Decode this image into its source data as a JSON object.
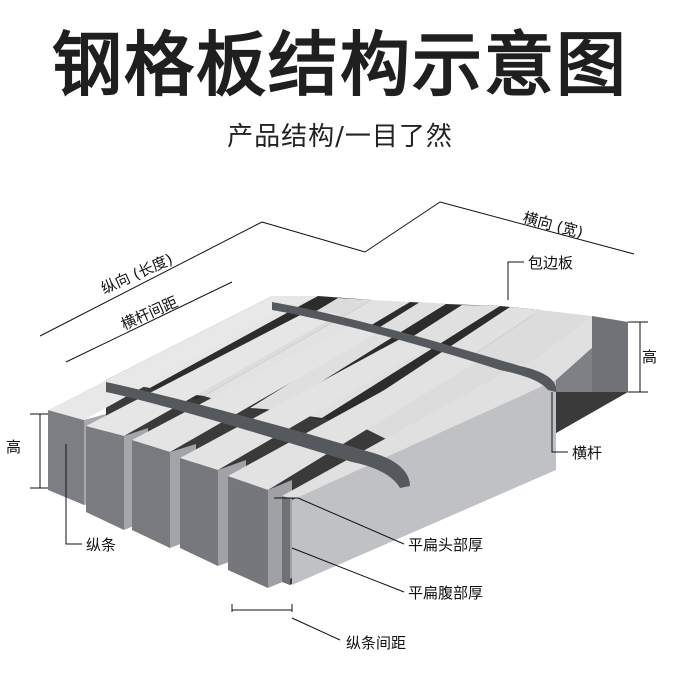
{
  "title": "钢格板结构示意图",
  "subtitle": "产品结构/一目了然",
  "labels": {
    "transverse_width": "横向 (宽)",
    "longitudinal_length": "纵向 (长度)",
    "cross_bar_spacing": "横杆间距",
    "edge_band": "包边板",
    "height_right": "高",
    "height_left": "高",
    "cross_bar": "横杆",
    "bearing_bar": "纵条",
    "bar_head_thickness": "平扁头部厚",
    "bar_belly_thickness": "平扁腹部厚",
    "bearing_bar_spacing": "纵条间距"
  },
  "colors": {
    "bar_top": "#e2e2e2",
    "bar_front": "#7a7c80",
    "bar_side": "#a4a6aa",
    "gap": "#2c2c2c",
    "twisted_bar": "#55585d",
    "line": "#111111"
  }
}
